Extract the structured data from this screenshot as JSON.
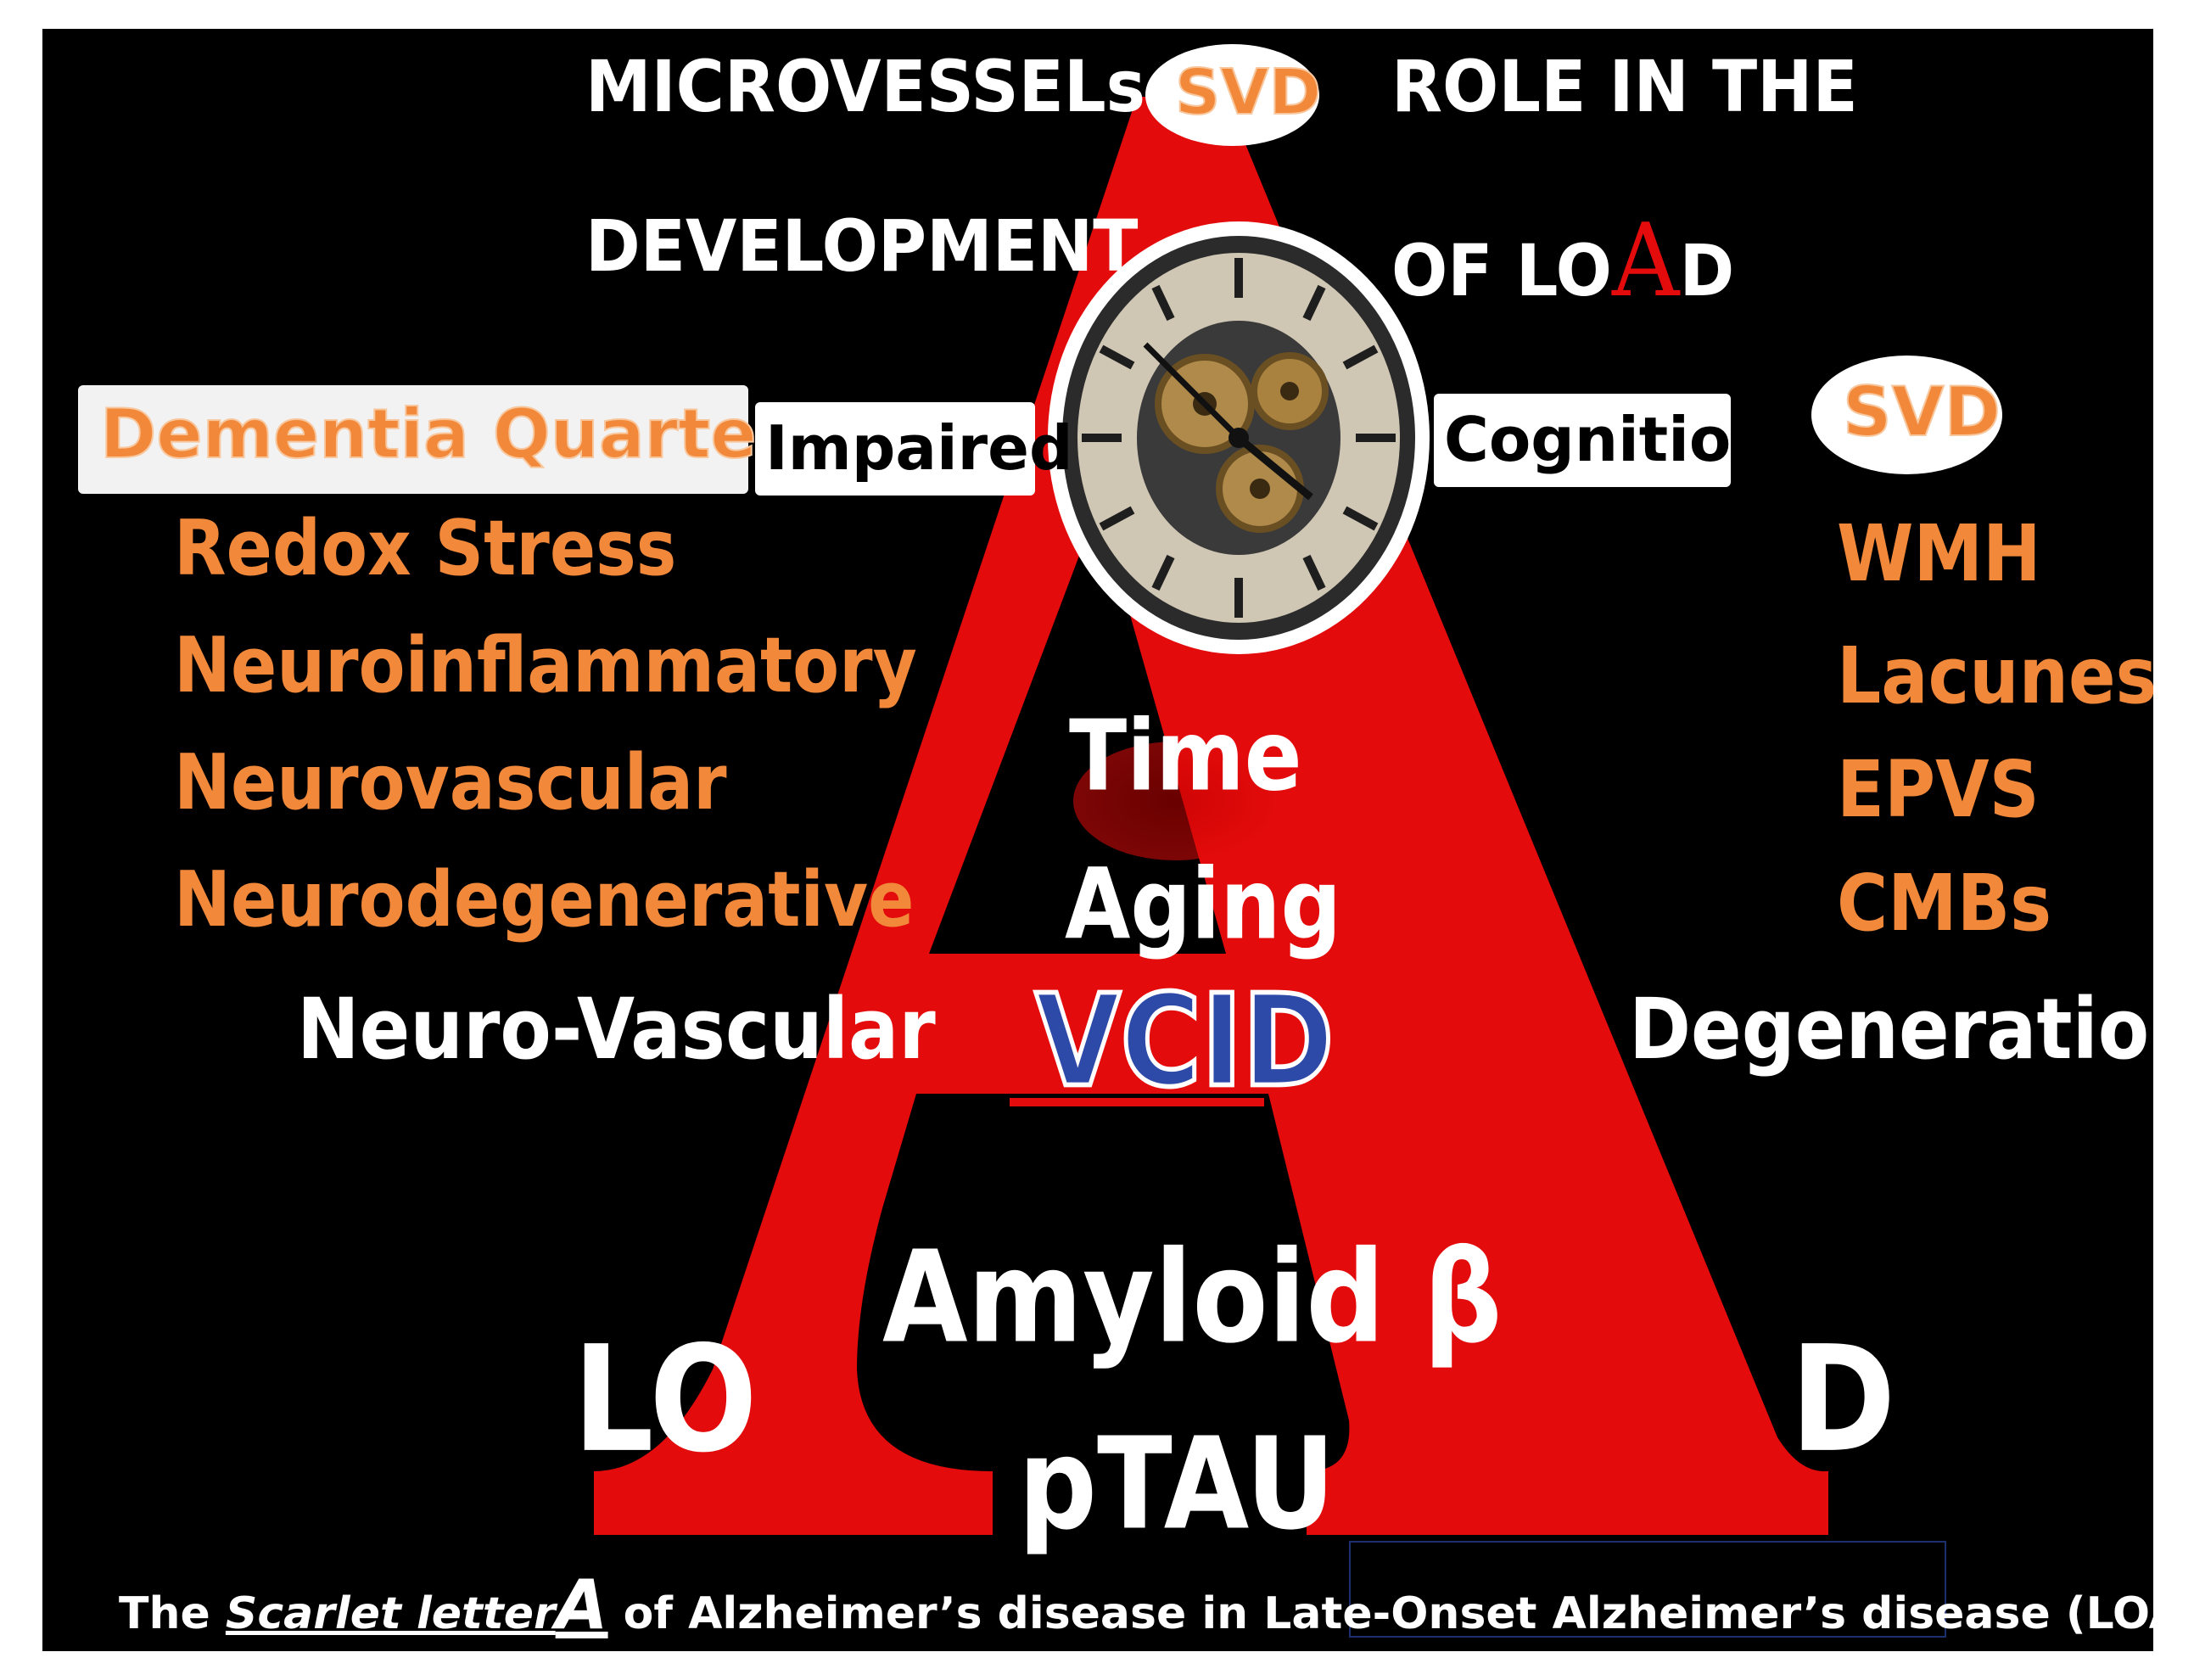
{
  "header": {
    "line1_left": "MICROVESSELs",
    "line1_right": "ROLE IN THE",
    "line2_left": "DEVELOPMENT",
    "line2_right_prefix": "OF LO",
    "line2_right_letter": "A",
    "line2_right_suffix": "D"
  },
  "ovals": {
    "top_svd": "SVD",
    "right_svd": "SVD"
  },
  "left_box": {
    "title": "Dementia Quartet"
  },
  "labels": {
    "impaired": "Impaired",
    "cognition": "Cognition"
  },
  "quartet_items": [
    "Redox Stress",
    "Neuroinflammatory",
    "Neurovascular",
    "Neurodegenerative"
  ],
  "svd_items": [
    "WMH",
    "Lacunes",
    "EPVS",
    "CMBs"
  ],
  "center": {
    "time": "Time",
    "aging": "Aging",
    "vcid": "VCID",
    "amyloid": "Amyloid β",
    "ptau": "pTAU"
  },
  "sides": {
    "neuro_vascular": "Neuro-Vascular",
    "degeneration": "Degeneration"
  },
  "load": {
    "lo": "LO",
    "d": "D"
  },
  "caption": {
    "prefix": "The ",
    "scarlet": "Scarlet letter",
    "letter": "A",
    "suffix": " of Alzheimer’s disease in Late-Onset Alzheimer’s disease (LOAD)"
  },
  "colors": {
    "background": "#000000",
    "scarlet": "#e30b0b",
    "orange": "#f2883a",
    "vcid_blue": "#2e4aa8",
    "text": "#ffffff"
  },
  "icons": {
    "center_image": "clock-icon"
  }
}
